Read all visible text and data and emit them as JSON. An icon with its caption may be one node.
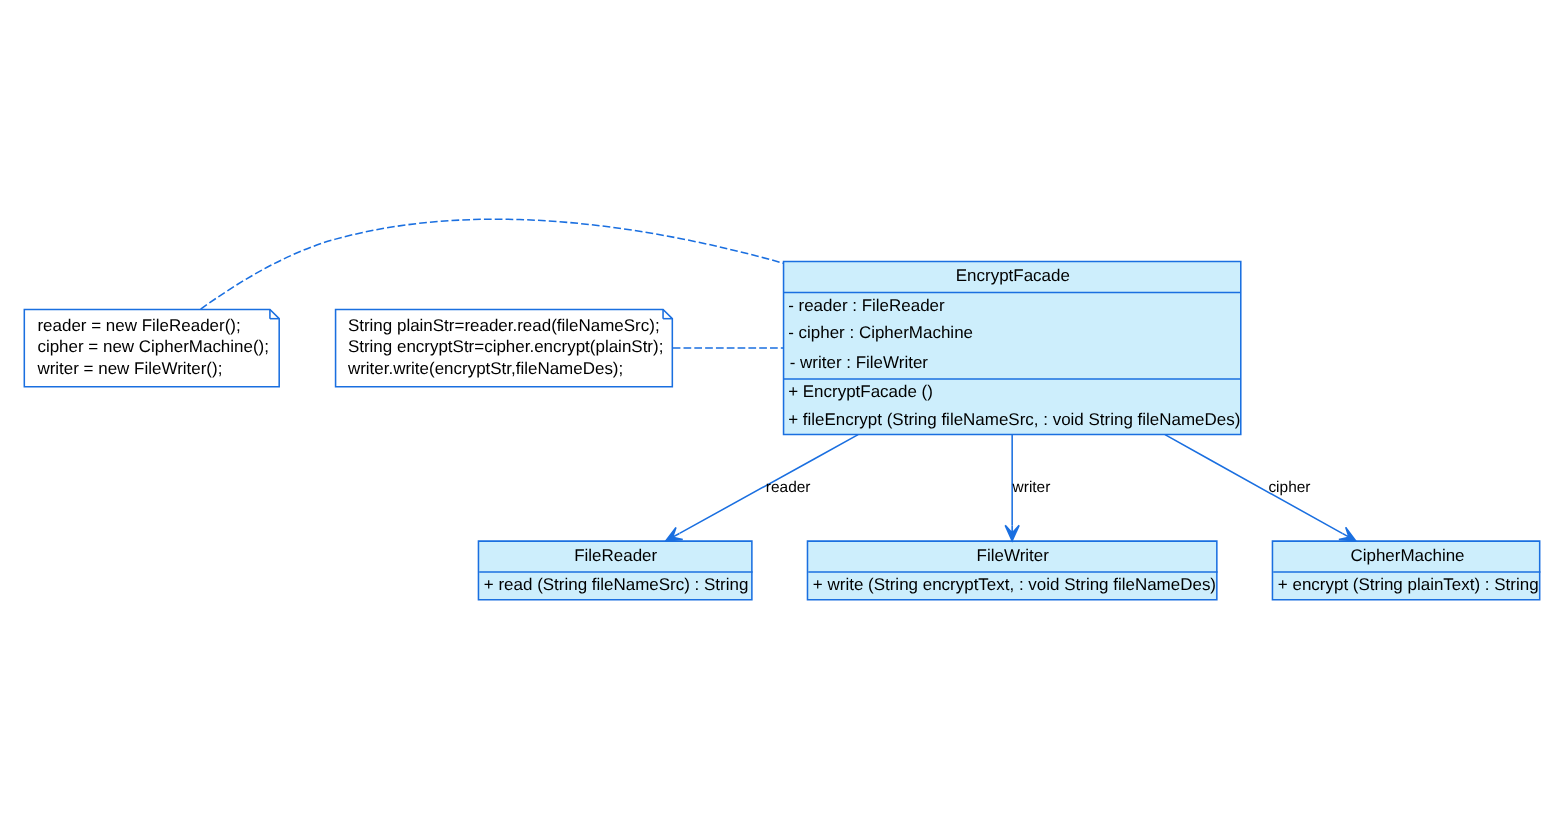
{
  "diagram": {
    "nodes": [
      {
        "text": [
          "reader = new FileReader();",
          "cipher = new CipherMachine();",
          "writer = new FileWriter();"
        ]
      },
      {
        "text": [
          "String plainStr=reader.read(fileNameSrc);",
          "String encryptStr=cipher.encrypt(plainStr);",
          "writer.write(encryptStr,fileNameDes);"
        ]
      },
      {
        "text": [
          "EncryptFacade",
          "- reader : FileReader",
          "- cipher : CipherMachine",
          "- writer : FileWriter",
          "+ EncryptFacade ()",
          "+ fileEncrypt (String fileNameSrc, : void String fileNameDes)"
        ]
      },
      {
        "text": [
          "FileReader",
          "+ read (String fileNameSrc) : String"
        ]
      },
      {
        "text": [
          "FileWriter",
          "+ write (String encryptText, : void String fileNameDes)"
        ]
      },
      {
        "text": [
          "CipherMachine",
          "+ encrypt (String plainText) : String"
        ]
      }
    ],
    "edges": [
      {
        "from": 0,
        "to": 2,
        "arrow": "none",
        "style": "dashed"
      },
      {
        "from": 1,
        "to": 2,
        "arrow": "none",
        "style": "dashed"
      },
      {
        "from": 2,
        "to": 3,
        "arrow": "to",
        "label": "reader"
      },
      {
        "from": 2,
        "to": 5,
        "arrow": "to",
        "label": "cipher"
      },
      {
        "from": 2,
        "to": 4,
        "arrow": "to",
        "label": "writer"
      }
    ]
  }
}
